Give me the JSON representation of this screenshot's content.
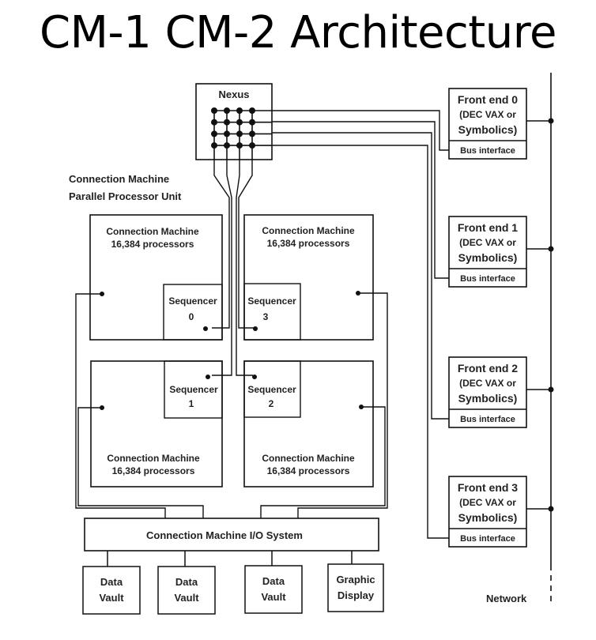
{
  "title": "CM-1 CM-2 Architecture",
  "nexus": {
    "label": "Nexus",
    "grid_size": 4
  },
  "ppu_label": [
    "Connection Machine",
    "Parallel Processor Unit"
  ],
  "quadrants": [
    {
      "id": "q0",
      "line1": "Connection Machine",
      "line2": "16,384 processors",
      "sequencer": "Sequencer",
      "seq_num": "0"
    },
    {
      "id": "q3",
      "line1": "Connection Machine",
      "line2": "16,384 processors",
      "sequencer": "Sequencer",
      "seq_num": "3"
    },
    {
      "id": "q1",
      "line1": "Connection Machine",
      "line2": "16,384 processors",
      "sequencer": "Sequencer",
      "seq_num": "1"
    },
    {
      "id": "q2",
      "line1": "Connection Machine",
      "line2": "16,384 processors",
      "sequencer": "Sequencer",
      "seq_num": "2"
    }
  ],
  "front_ends": [
    {
      "title": "Front end  0",
      "sub1": "(DEC VAX  or",
      "sub2": "Symbolics)",
      "bus": "Bus interface"
    },
    {
      "title": "Front end  1",
      "sub1": "(DEC VAX  or",
      "sub2": "Symbolics)",
      "bus": "Bus interface"
    },
    {
      "title": "Front end  2",
      "sub1": "(DEC VAX  or",
      "sub2": "Symbolics)",
      "bus": "Bus interface"
    },
    {
      "title": "Front end  3",
      "sub1": "(DEC VAX  or",
      "sub2": "Symbolics)",
      "bus": "Bus interface"
    }
  ],
  "io_system": "Connection Machine I/O System",
  "peripherals": [
    {
      "line1": "Data",
      "line2": "Vault"
    },
    {
      "line1": "Data",
      "line2": "Vault"
    },
    {
      "line1": "Data",
      "line2": "Vault"
    },
    {
      "line1": "Graphic",
      "line2": "Display"
    }
  ],
  "network_label": "Network"
}
